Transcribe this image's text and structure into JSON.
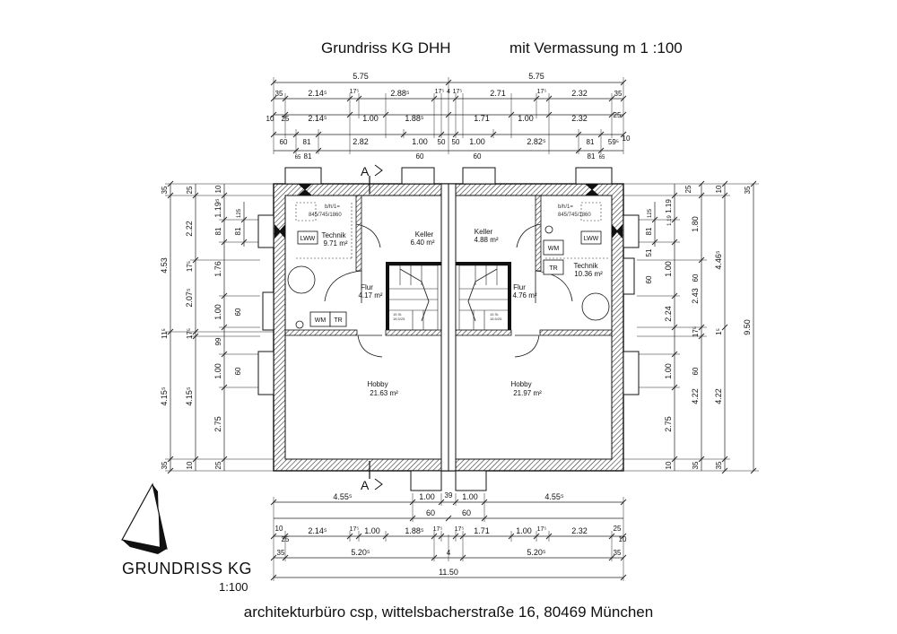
{
  "header": {
    "title": "Grundriss KG DHH",
    "subtitle": "mit Vermassung  m 1 :100"
  },
  "section_marker": "A",
  "rooms": {
    "left": [
      {
        "name": "Technik",
        "area": "9.71 m²"
      },
      {
        "name": "Keller",
        "area": "6.40 m²"
      },
      {
        "name": "Flur",
        "area": "4.17 m²"
      },
      {
        "name": "Hobby",
        "area": "21.63 m²"
      }
    ],
    "right": [
      {
        "name": "Keller",
        "area": "4.88 m²"
      },
      {
        "name": "Technik",
        "area": "10.36 m²"
      },
      {
        "name": "Flur",
        "area": "4.76 m²"
      },
      {
        "name": "Hobby",
        "area": "21.97 m²"
      }
    ]
  },
  "fixtures": {
    "lww": "LWW",
    "wm": "WM",
    "tr": "TR",
    "window_spec_a": "b/h/1=",
    "window_spec_b": "845/745/1860",
    "stair_note_a": "15 St.",
    "stair_note_b": "18.5/25"
  },
  "dimensions": {
    "top": {
      "row1": [
        "5.75",
        "5.75"
      ],
      "row2": [
        "35",
        "2.14⁵",
        "17⁵",
        "2.88⁵",
        "17⁵",
        "4",
        "17⁵",
        "2.71",
        "17⁵",
        "2.32",
        "35"
      ],
      "row3": [
        "10",
        "25",
        "2.14⁵",
        "1.00",
        "1.88⁵",
        "1.71",
        "1.00",
        "2.32",
        "25",
        "10"
      ],
      "row4": [
        "60",
        "81",
        "2.82",
        "1.00",
        "50",
        "50",
        "1.00",
        "2.82⁵",
        "81",
        "59⁵"
      ],
      "row5": [
        "65",
        "81",
        "60",
        "60",
        "81",
        "65"
      ]
    },
    "bottom": {
      "row1": [
        "4.55⁵",
        "1.00",
        "39",
        "1.00",
        "4.55⁵"
      ],
      "row2": [
        "60",
        "60"
      ],
      "row3": [
        "10",
        "25",
        "2.14⁵",
        "17⁵",
        "1.00",
        "1.88⁵",
        "17⁵",
        "17⁵",
        "1.71",
        "1.00",
        "17⁵",
        "2.32",
        "25",
        "10"
      ],
      "row4": [
        "35",
        "5.20⁵",
        "4",
        "5.20⁵",
        "35"
      ],
      "row5": [
        "11.50"
      ]
    },
    "left": {
      "col1": [
        "35",
        "4.53",
        "11⁵",
        "4.15⁵",
        "35"
      ],
      "col2": [
        "25",
        "2.22",
        "17⁵",
        "2.07⁵",
        "17⁵",
        "4.15⁵",
        "10"
      ],
      "col3": [
        "10",
        "1.19⁵",
        "81",
        "1.76",
        "1.00",
        "99",
        "1.00",
        "2.75",
        "25"
      ],
      "col4": [
        "125",
        "81",
        "60",
        "60"
      ]
    },
    "right": {
      "col1": [
        "125",
        "81",
        "51",
        "60",
        "1.19"
      ],
      "col2": [
        "25",
        "1.19",
        "1.00",
        "2.43",
        "2.24",
        "17⁵",
        "1.00",
        "2.75",
        "10"
      ],
      "col3": [
        "10",
        "1.80",
        "4.46⁵",
        "60",
        "1⁵",
        "60",
        "4.22",
        "35"
      ],
      "col4": [
        "35",
        "4.22",
        "35",
        "9.50"
      ]
    }
  },
  "legend": {
    "title": "GRUNDRISS KG",
    "scale": "1:100"
  },
  "footer": "architekturbüro csp, wittelsbacherstraße 16, 80469 München"
}
